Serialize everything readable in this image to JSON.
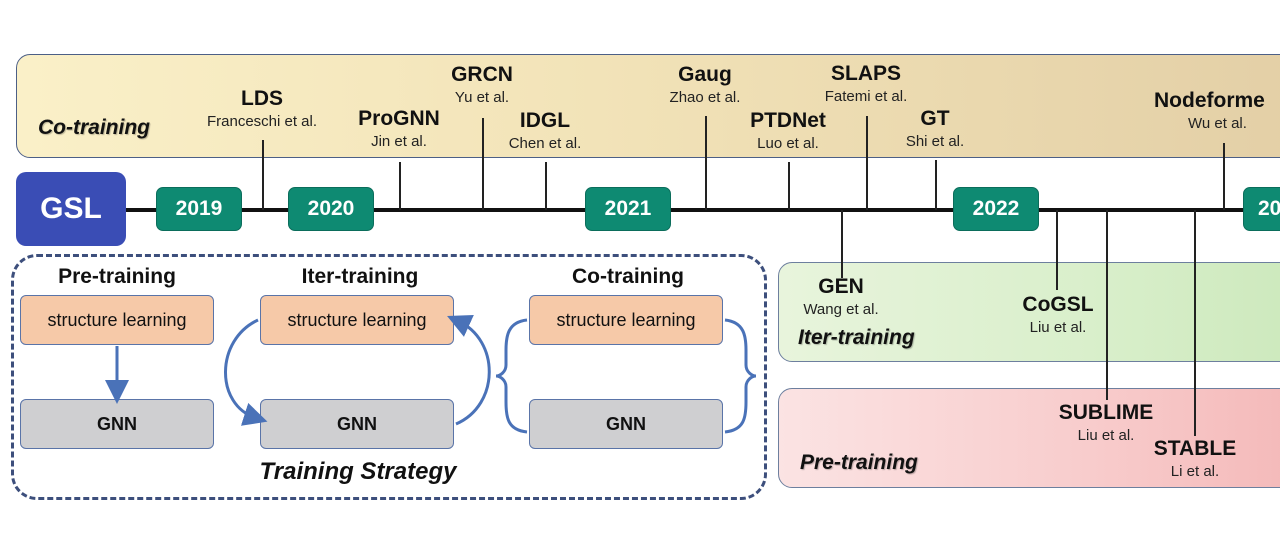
{
  "bands": {
    "co_training": "Co-training",
    "iter_training": "Iter-training",
    "pre_training": "Pre-training"
  },
  "gsl_label": "GSL",
  "years": [
    "2019",
    "2020",
    "2021",
    "2022",
    "20"
  ],
  "methods": {
    "lds": {
      "name": "LDS",
      "authors": "Franceschi et al."
    },
    "prognn": {
      "name": "ProGNN",
      "authors": "Jin et al."
    },
    "grcn": {
      "name": "GRCN",
      "authors": "Yu et al."
    },
    "idgl": {
      "name": "IDGL",
      "authors": "Chen et al."
    },
    "gaug": {
      "name": "Gaug",
      "authors": "Zhao et al."
    },
    "ptdnet": {
      "name": "PTDNet",
      "authors": "Luo et al."
    },
    "slaps": {
      "name": "SLAPS",
      "authors": "Fatemi et al."
    },
    "gt": {
      "name": "GT",
      "authors": "Shi et al."
    },
    "nodeformer": {
      "name": "Nodeforme",
      "authors": "Wu et al."
    },
    "gen": {
      "name": "GEN",
      "authors": "Wang et al."
    },
    "cogsl": {
      "name": "CoGSL",
      "authors": "Liu et al."
    },
    "sublime": {
      "name": "SUBLIME",
      "authors": "Liu et al."
    },
    "stable": {
      "name": "STABLE",
      "authors": "Li et al."
    }
  },
  "strategy": {
    "title": "Training Strategy",
    "columns": [
      {
        "title": "Pre-training",
        "top": "structure learning",
        "bottom": "GNN"
      },
      {
        "title": "Iter-training",
        "top": "structure learning",
        "bottom": "GNN"
      },
      {
        "title": "Co-training",
        "top": "structure learning",
        "bottom": "GNN"
      }
    ]
  },
  "colors": {
    "gsl": "#3a4db5",
    "year": "#0e8a72",
    "co_band": "#f2e3b8",
    "iter_band": "#d9efcb",
    "pre_band": "#f8cccc",
    "structure_box": "#f6c9a8",
    "gnn_box": "#cfcfd1",
    "arrow": "#4a72b8"
  }
}
